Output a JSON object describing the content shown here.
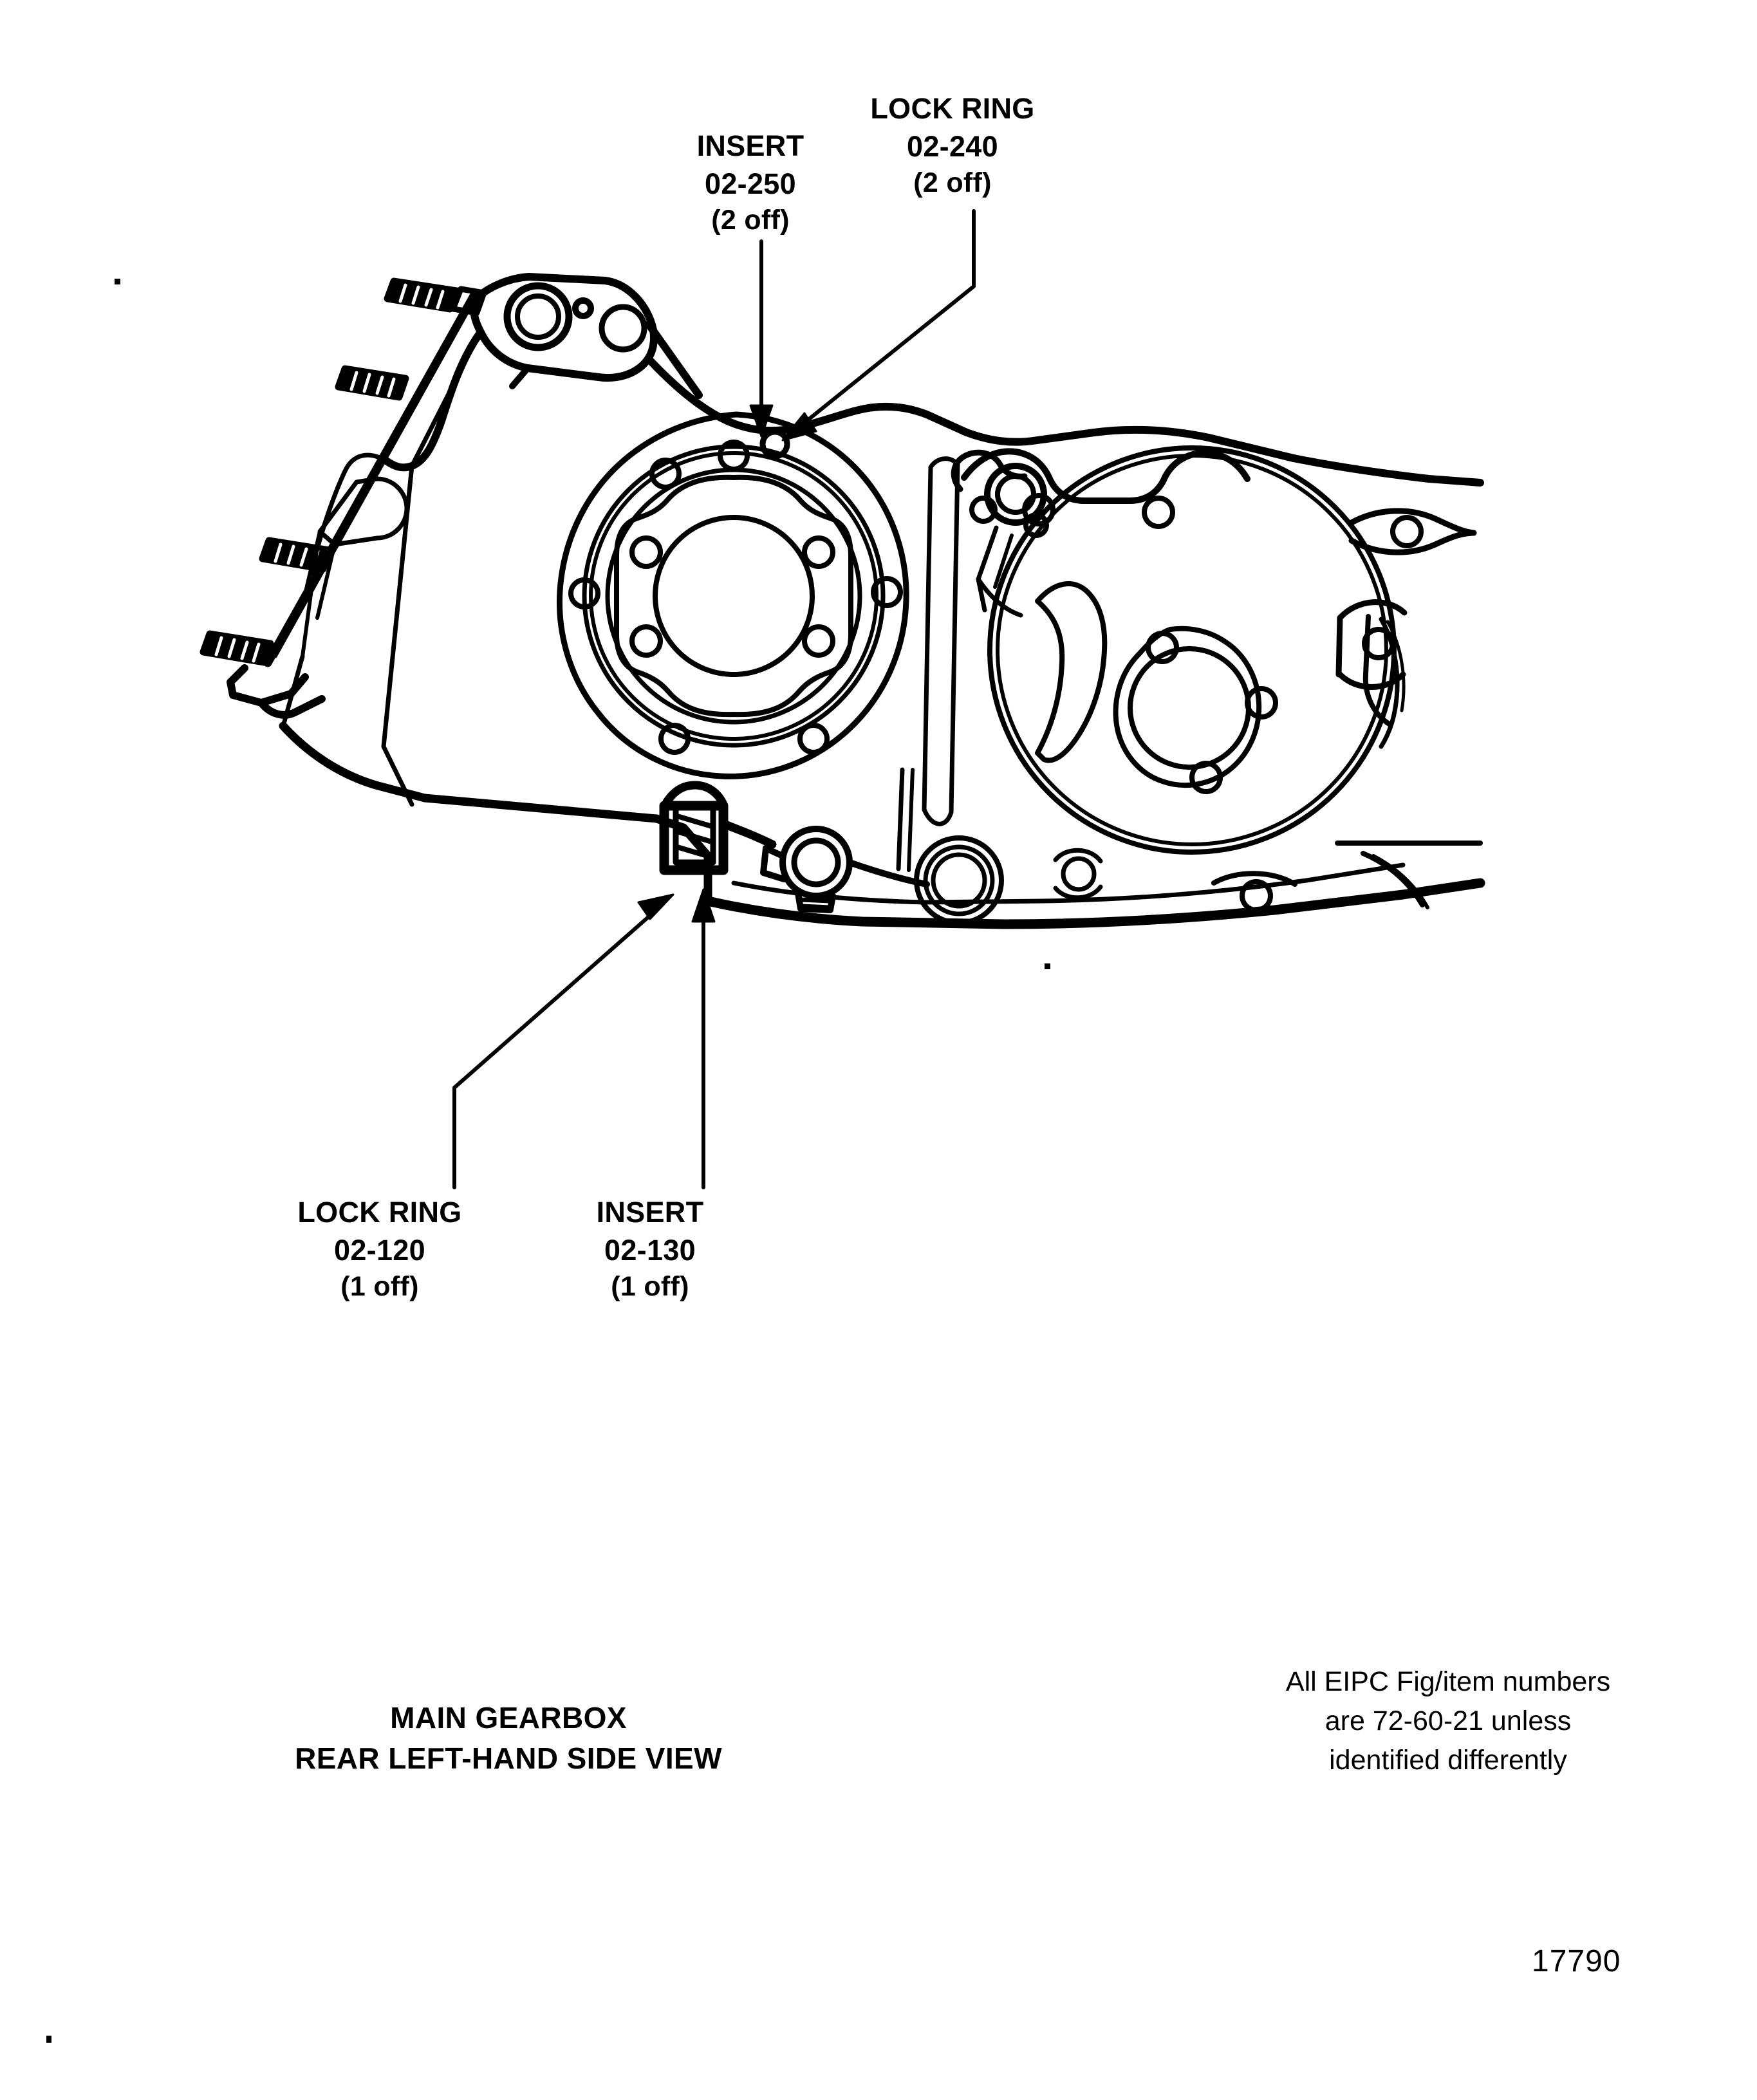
{
  "page": {
    "figure_number": "17790",
    "background_color": "#ffffff",
    "ink_color": "#000000"
  },
  "callouts": [
    {
      "id": "insert-02-250",
      "title": "INSERT",
      "part_number": "02-250",
      "quantity": "(2 off)"
    },
    {
      "id": "lock-ring-02-240",
      "title": "LOCK RING",
      "part_number": "02-240",
      "quantity": "(2 off)"
    },
    {
      "id": "lock-ring-02-120",
      "title": "LOCK RING",
      "part_number": "02-120",
      "quantity": "(1 off)"
    },
    {
      "id": "insert-02-130",
      "title": "INSERT",
      "part_number": "02-130",
      "quantity": "(1 off)"
    }
  ],
  "caption": {
    "line1": "MAIN GEARBOX",
    "line2": "REAR LEFT-HAND SIDE VIEW"
  },
  "note": {
    "line1": "All EIPC Fig/item numbers",
    "line2": "are 72-60-21 unless",
    "line3": "identified differently"
  }
}
